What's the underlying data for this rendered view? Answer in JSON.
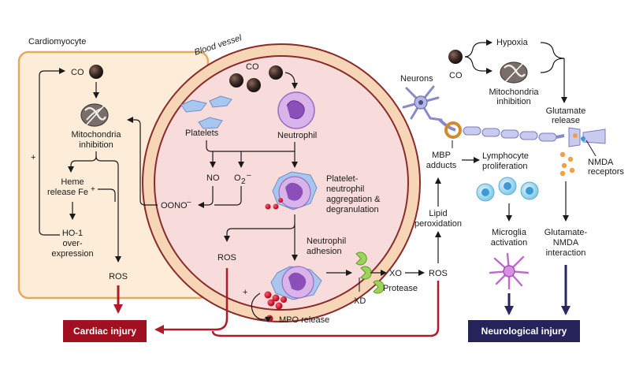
{
  "cardiomyocyte": {
    "title": "Cardiomyocyte",
    "co": "CO",
    "mito_line1": "Mitochondria",
    "mito_line2": "inhibition",
    "heme_line1": "Heme",
    "heme_line2": "release Fe",
    "heme_sup": "+",
    "ho1_line1": "HO-1",
    "ho1_line2": "over-",
    "ho1_line3": "expression",
    "ros": "ROS",
    "plus": "+"
  },
  "vessel": {
    "title": "Blood vessel",
    "co": "CO",
    "platelets": "Platelets",
    "neutrophil": "Neutrophil",
    "no": "NO",
    "o2": "O",
    "o2_sub": "2",
    "o2_sup": "–",
    "oono": "OONO",
    "oono_sup": "–",
    "agg_line1": "Platelet-",
    "agg_line2": "neutrophil",
    "agg_line3": "aggregation &",
    "agg_line4": "degranulation",
    "ros": "ROS",
    "adh_line1": "Neutrophil",
    "adh_line2": "adhesion",
    "plus": "+",
    "mpo": "MPO release"
  },
  "middle": {
    "xd": "XD",
    "xo": "XO",
    "protease": "Protease",
    "ros": "ROS",
    "lipid_line1": "Lipid",
    "lipid_line2": "peroxidation"
  },
  "neuro": {
    "neurons": "Neurons",
    "co": "CO",
    "hypoxia": "Hypoxia",
    "mito_line1": "Mitochondria",
    "mito_line2": "inhibition",
    "glu_line1": "Glutamate",
    "glu_line2": "release",
    "nmda_line1": "NMDA",
    "nmda_line2": "receptors",
    "mbp_line1": "MBP",
    "mbp_line2": "adducts",
    "lymph_line1": "Lymphocyte",
    "lymph_line2": "proliferation",
    "micro_line1": "Microglia",
    "micro_line2": "activation",
    "gnmda_line1": "Glutamate-",
    "gnmda_line2": "NMDA",
    "gnmda_line3": "interaction"
  },
  "outcomes": {
    "cardiac": "Cardiac injury",
    "neuro": "Neurological injury"
  },
  "colors": {
    "cardiac_box": "#a01020",
    "neuro_box": "#25235a",
    "cardio_bg": "#fcecd8",
    "cardio_border": "#e5a95a",
    "vessel_fill": "#f8dcdc",
    "vessel_wall": "#f7d6b8",
    "vessel_border": "#8a2a2a",
    "neutrophil": "#c79add",
    "platelet": "#a9c6ee",
    "mpo": "#c8102e",
    "red_arrow": "#b01b2a",
    "navy_arrow": "#2a2760"
  }
}
